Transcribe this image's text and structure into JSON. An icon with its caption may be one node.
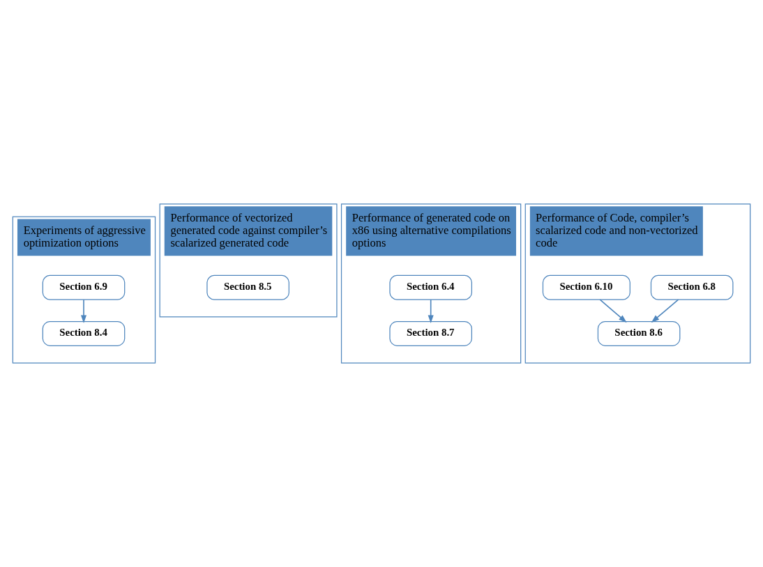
{
  "diagram": {
    "nodes": [
      {
        "text": [
          "Experiments of aggressive optimization options"
        ]
      },
      {
        "text": [
          "Section 6.9"
        ],
        "in": 0
      },
      {
        "text": [
          "Section 8.4"
        ],
        "in": 0
      },
      {
        "text": [
          "Performance of vectorized generated code against compiler’s scalarized generated code"
        ]
      },
      {
        "text": [
          "Section 8.5"
        ],
        "in": 3
      },
      {
        "text": [
          "Performance of generated code on x86 using alternative compilations options"
        ]
      },
      {
        "text": [
          "Section 6.4"
        ],
        "in": 5
      },
      {
        "text": [
          "Section 8.7"
        ],
        "in": 5
      },
      {
        "text": [
          "Performance of Code, compiler’s scalarized code and non-vectorized code"
        ]
      },
      {
        "text": [
          "Section 6.8"
        ],
        "in": 8
      },
      {
        "text": [
          "Section 6.10"
        ],
        "in": 8
      },
      {
        "text": [
          "Section 8.6"
        ],
        "in": 8
      }
    ],
    "edges": [
      {
        "from": 1,
        "to": 2,
        "arrow": "to"
      },
      {
        "from": 6,
        "to": 7,
        "arrow": "to"
      },
      {
        "from": 9,
        "to": 11,
        "arrow": "to"
      },
      {
        "from": 10,
        "to": 11,
        "arrow": "to"
      }
    ]
  }
}
